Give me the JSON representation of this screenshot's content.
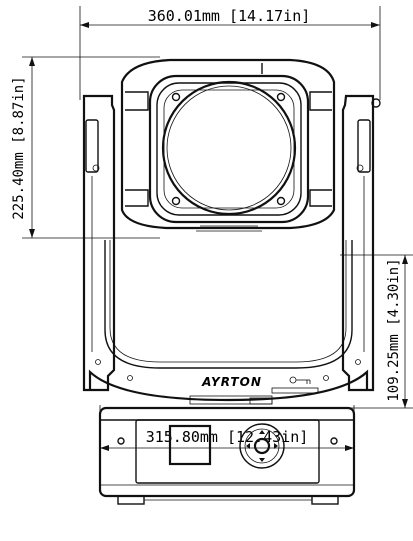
{
  "dimensions": {
    "top_width": "360.01mm [14.17in]",
    "head_height": "225.40mm [8.87in]",
    "base_height": "109.25mm [4.30in]",
    "base_width": "315.80mm [12.43in]"
  },
  "brand": {
    "logo_text": "AYRTON"
  },
  "colors": {
    "line": "#111111",
    "background": "#ffffff",
    "screen": "#e8e8e8"
  }
}
